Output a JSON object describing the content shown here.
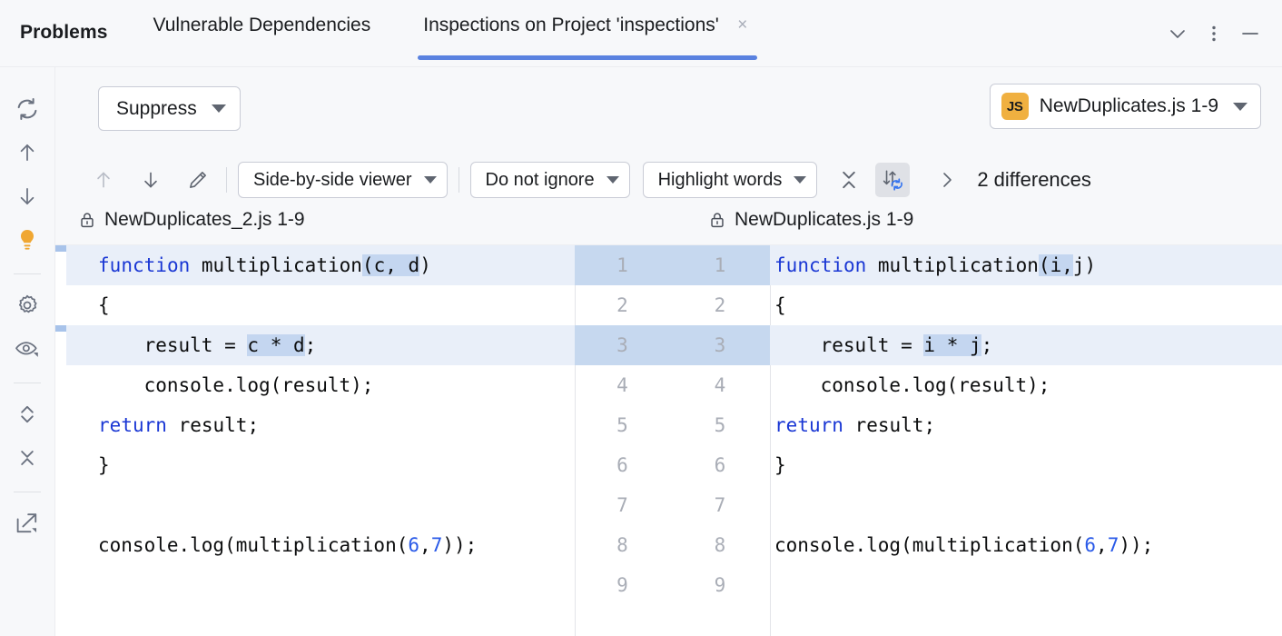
{
  "window": {
    "title": "Problems",
    "controls": [
      {
        "name": "collapse-all-chevron",
        "glyph": "chevron-down-icon"
      },
      {
        "name": "more-options",
        "glyph": "more-vertical-icon"
      },
      {
        "name": "minimize",
        "glyph": "minimize-icon"
      }
    ]
  },
  "tabs": [
    {
      "label": "Vulnerable Dependencies",
      "active": false,
      "closable": false
    },
    {
      "label": "Inspections on Project 'inspections'",
      "active": true,
      "closable": true,
      "close_glyph": "×"
    }
  ],
  "rail": {
    "items": [
      {
        "name": "rerun-inspections",
        "icon": "refresh-icon"
      },
      {
        "name": "previous-problem",
        "icon": "arrow-up-icon"
      },
      {
        "name": "next-problem",
        "icon": "arrow-down-icon"
      },
      {
        "name": "quick-fix",
        "icon": "lightbulb-icon"
      },
      {
        "name": "inspection-settings",
        "icon": "gear-icon"
      },
      {
        "name": "view-options",
        "icon": "eye-icon"
      },
      {
        "name": "expand-all",
        "icon": "expand-vertical-icon"
      },
      {
        "name": "collapse-all",
        "icon": "collapse-vertical-icon"
      },
      {
        "name": "export",
        "icon": "export-arrow-icon"
      }
    ]
  },
  "toolbar": {
    "suppress_label": "Suppress",
    "file_select": {
      "badge": "JS",
      "label": "NewDuplicates.js 1-9"
    }
  },
  "diff_toolbar": {
    "prev_diff": "arrow-up-icon",
    "next_diff": "arrow-down-icon",
    "edit": "pencil-icon",
    "viewer_mode": "Side-by-side viewer",
    "whitespace_mode": "Do not ignore",
    "highlight_mode": "Highlight words",
    "collapse_unchanged": "collapse-x-icon",
    "sync_scroll": "sync-scroll-icon",
    "expand_next": "chevron-right-icon",
    "differences_count": "2 differences"
  },
  "panes": {
    "left": {
      "lock": "lock-icon",
      "name": "NewDuplicates_2.js 1-9"
    },
    "right": {
      "lock": "lock-icon",
      "name": "NewDuplicates.js 1-9"
    }
  },
  "diff": {
    "rows": [
      {
        "left": "function multiplication(c, d)",
        "right": "function multiplication(i,j)",
        "ln_left": "1",
        "ln_right": "1",
        "changed": true
      },
      {
        "left": "{",
        "right": "{",
        "ln_left": "2",
        "ln_right": "2",
        "changed": false
      },
      {
        "left": "    result = c * d;",
        "right": "    result = i * j;",
        "ln_left": "3",
        "ln_right": "3",
        "changed": true
      },
      {
        "left": "    console.log(result);",
        "right": "    console.log(result);",
        "ln_left": "4",
        "ln_right": "4",
        "changed": false
      },
      {
        "left": "    return result;",
        "right": "    return result;",
        "ln_left": "5",
        "ln_right": "5",
        "changed": false
      },
      {
        "left": "}",
        "right": "}",
        "ln_left": "6",
        "ln_right": "6",
        "changed": false
      },
      {
        "left": "",
        "right": "",
        "ln_left": "7",
        "ln_right": "7",
        "changed": false
      },
      {
        "left": "console.log(multiplication(6,7));",
        "right": "console.log(multiplication(6,7));",
        "ln_left": "8",
        "ln_right": "8",
        "changed": false
      },
      {
        "left": "",
        "right": "",
        "ln_left": "9",
        "ln_right": "9",
        "changed": false
      }
    ]
  },
  "colors": {
    "accent": "#5a82e0",
    "keyword": "#1a37d4",
    "number": "#2a5ae8",
    "line_highlight": "#e9eff9",
    "word_highlight": "#c4d6f0",
    "gutter_highlight": "#c6d8ef",
    "marker": "#a8c3ea",
    "js_badge": "#f0b040",
    "chrome_bg": "#f7f8fa"
  }
}
